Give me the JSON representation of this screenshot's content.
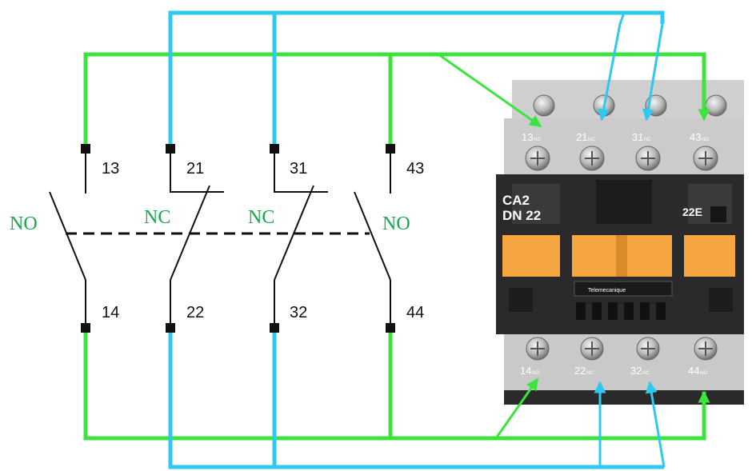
{
  "colors": {
    "no_circuit": "#3ee43e",
    "nc_circuit": "#2ec8f0",
    "contact": "#111111",
    "mode_label": "#19a84a"
  },
  "contacts": [
    {
      "top_label": "13",
      "bottom_label": "14",
      "mode_label": "NO",
      "type": "normally-open"
    },
    {
      "top_label": "21",
      "bottom_label": "22",
      "mode_label": "NC",
      "type": "normally-closed"
    },
    {
      "top_label": "31",
      "bottom_label": "32",
      "mode_label": "NC",
      "type": "normally-closed"
    },
    {
      "top_label": "43",
      "bottom_label": "44",
      "mode_label": "NO",
      "type": "normally-open"
    }
  ],
  "device": {
    "model_line1": "CA2",
    "model_line2": "DN 22",
    "code": "22E",
    "brand": "Telemecanique",
    "top_terminals": [
      {
        "num": "13",
        "suffix": "NO"
      },
      {
        "num": "21",
        "suffix": "NC"
      },
      {
        "num": "31",
        "suffix": "NC"
      },
      {
        "num": "43",
        "suffix": "NO"
      }
    ],
    "bottom_terminals": [
      {
        "num": "14",
        "suffix": "NO"
      },
      {
        "num": "22",
        "suffix": "NC"
      },
      {
        "num": "32",
        "suffix": "NC"
      },
      {
        "num": "44",
        "suffix": "NO"
      }
    ]
  }
}
